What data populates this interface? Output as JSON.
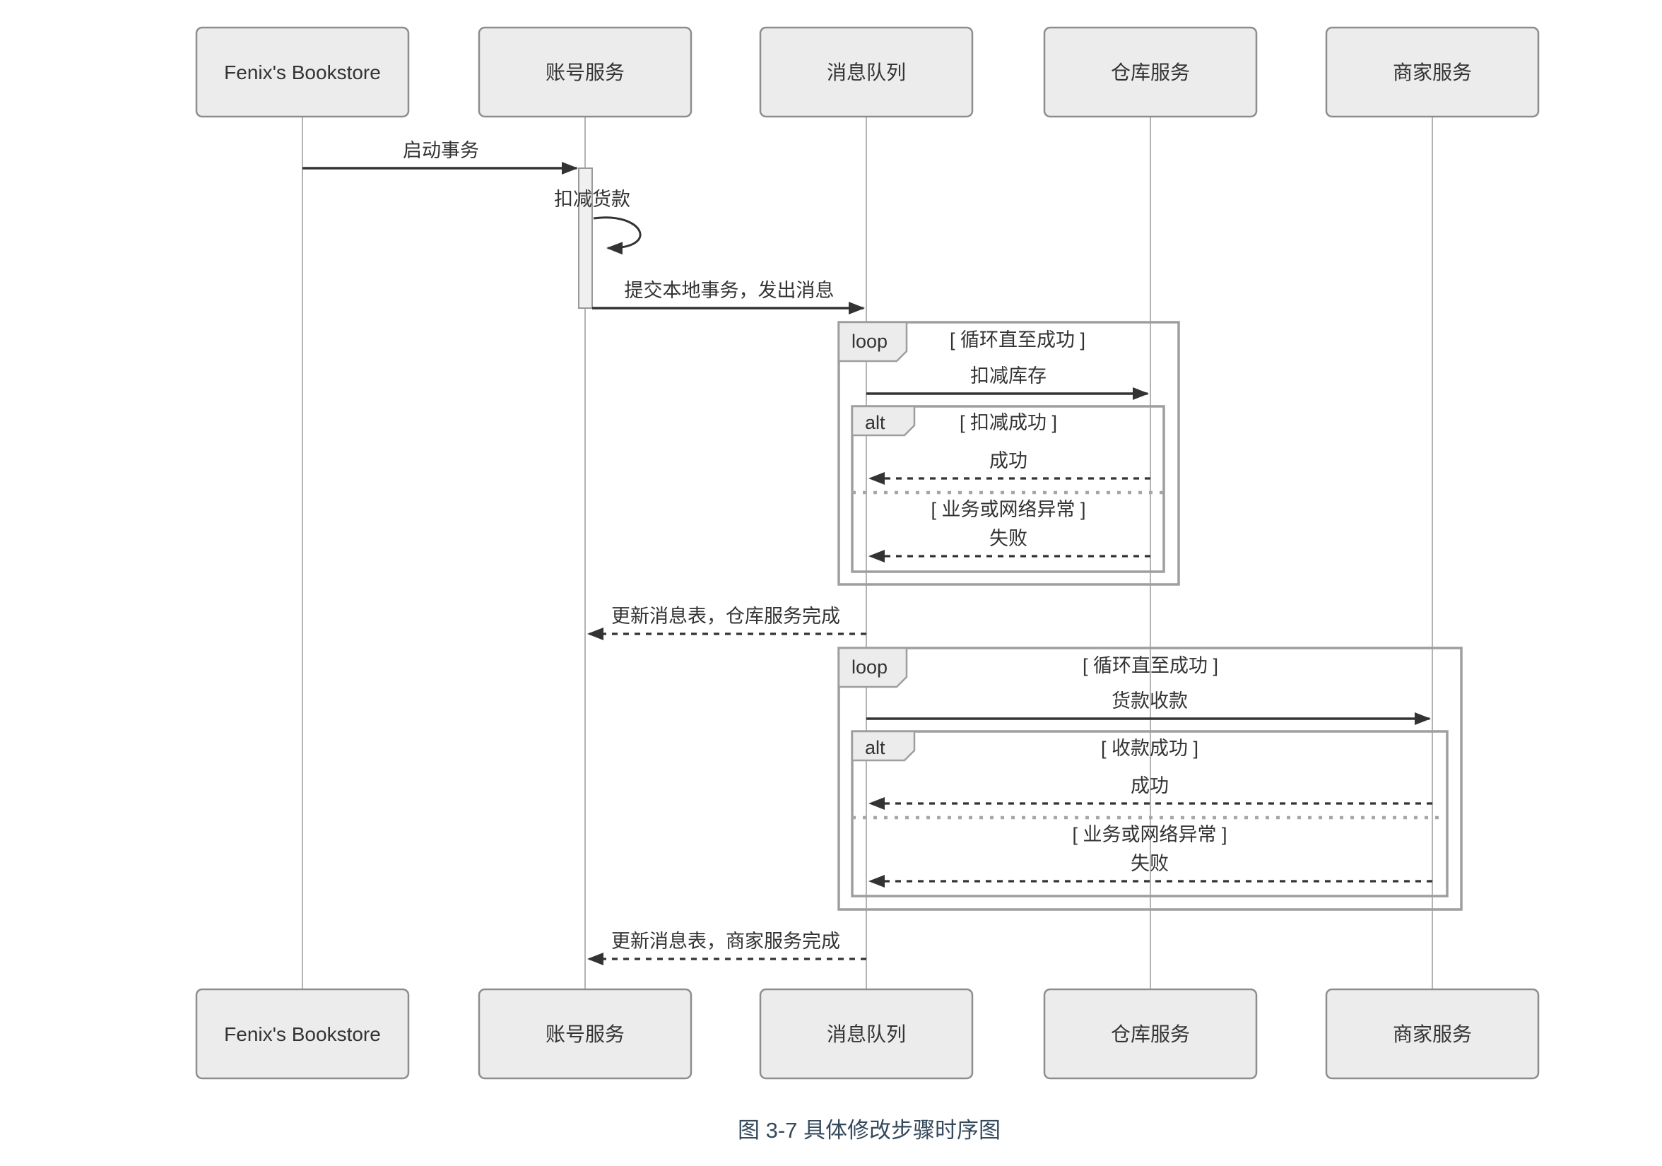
{
  "diagram": {
    "participants": [
      {
        "id": "fenix",
        "label": "Fenix's Bookstore"
      },
      {
        "id": "account",
        "label": "账号服务"
      },
      {
        "id": "mq",
        "label": "消息队列"
      },
      {
        "id": "warehouse",
        "label": "仓库服务"
      },
      {
        "id": "merchant",
        "label": "商家服务"
      }
    ],
    "messages": {
      "start_transaction": "启动事务",
      "deduct_payment": "扣减货款",
      "commit_local_tx": "提交本地事务，发出消息",
      "deduct_stock": "扣减库存",
      "stock_success": "成功",
      "stock_fail": "失败",
      "update_msg_warehouse": "更新消息表，仓库服务完成",
      "collect_payment": "货款收款",
      "collect_success": "成功",
      "collect_fail": "失败",
      "update_msg_merchant": "更新消息表，商家服务完成"
    },
    "fragments": {
      "loop1": {
        "operator": "loop",
        "condition": "[ 循环直至成功 ]"
      },
      "alt1": {
        "operator": "alt",
        "condition": "[ 扣减成功 ]",
        "else_condition": "[ 业务或网络异常 ]"
      },
      "loop2": {
        "operator": "loop",
        "condition": "[ 循环直至成功 ]"
      },
      "alt2": {
        "operator": "alt",
        "condition": "[ 收款成功 ]",
        "else_condition": "[ 业务或网络异常 ]"
      }
    },
    "caption": "图 3-7 具体修改步骤时序图",
    "colors": {
      "box_fill": "#ececec",
      "box_border": "#8d8d8d",
      "lifeline": "#b3b3b3",
      "arrow": "#333333",
      "frame_border": "#9e9e9e",
      "divider": "#a6a6a6",
      "activation_fill": "#f0f0f0",
      "label_text": "#333333",
      "caption_text": "#35495c"
    }
  }
}
